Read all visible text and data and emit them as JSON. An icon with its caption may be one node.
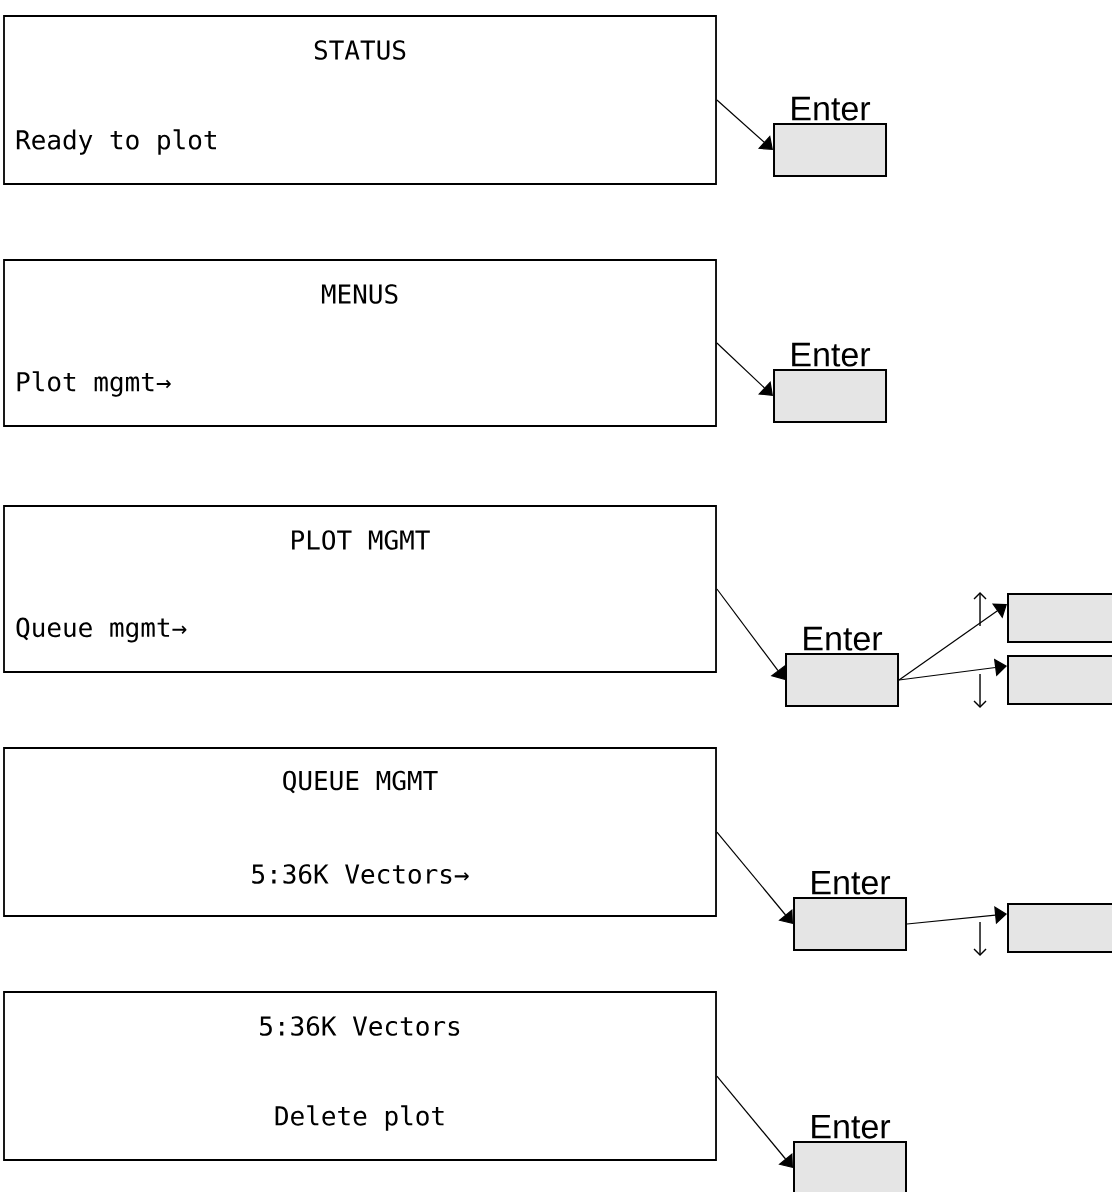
{
  "diagram": {
    "nodes": [
      {
        "text": [
          "STATUS",
          "Ready to plot"
        ]
      },
      {
        "text": [
          "Enter"
        ]
      },
      {
        "text": [
          "MENUS",
          "Plot mgmt→"
        ]
      },
      {
        "text": [
          "Enter"
        ]
      },
      {
        "text": [
          "PLOT MGMT",
          "Queue mgmt→"
        ]
      },
      {
        "text": [
          "Enter"
        ]
      },
      {
        "text": [],
        "shape": "box"
      },
      {
        "text": [],
        "shape": "box"
      },
      {
        "text": [
          "QUEUE MGMT",
          "5:36K Vectors→"
        ]
      },
      {
        "text": [
          "Enter"
        ]
      },
      {
        "text": [],
        "shape": "box"
      },
      {
        "text": [
          "5:36K Vectors",
          "Delete plot"
        ]
      },
      {
        "text": [
          "Enter"
        ]
      }
    ],
    "edges": [
      {
        "from": 0,
        "to": 1,
        "arrow": "to"
      },
      {
        "from": 2,
        "to": 3,
        "arrow": "to"
      },
      {
        "from": 4,
        "to": 5,
        "arrow": "to"
      },
      {
        "from": 5,
        "to": 6,
        "arrow": "to"
      },
      {
        "from": 5,
        "to": 7,
        "arrow": "to"
      },
      {
        "from": 8,
        "to": 9,
        "arrow": "to"
      },
      {
        "from": 9,
        "to": 10,
        "arrow": "to"
      },
      {
        "from": 11,
        "to": 12,
        "arrow": "to"
      }
    ]
  }
}
